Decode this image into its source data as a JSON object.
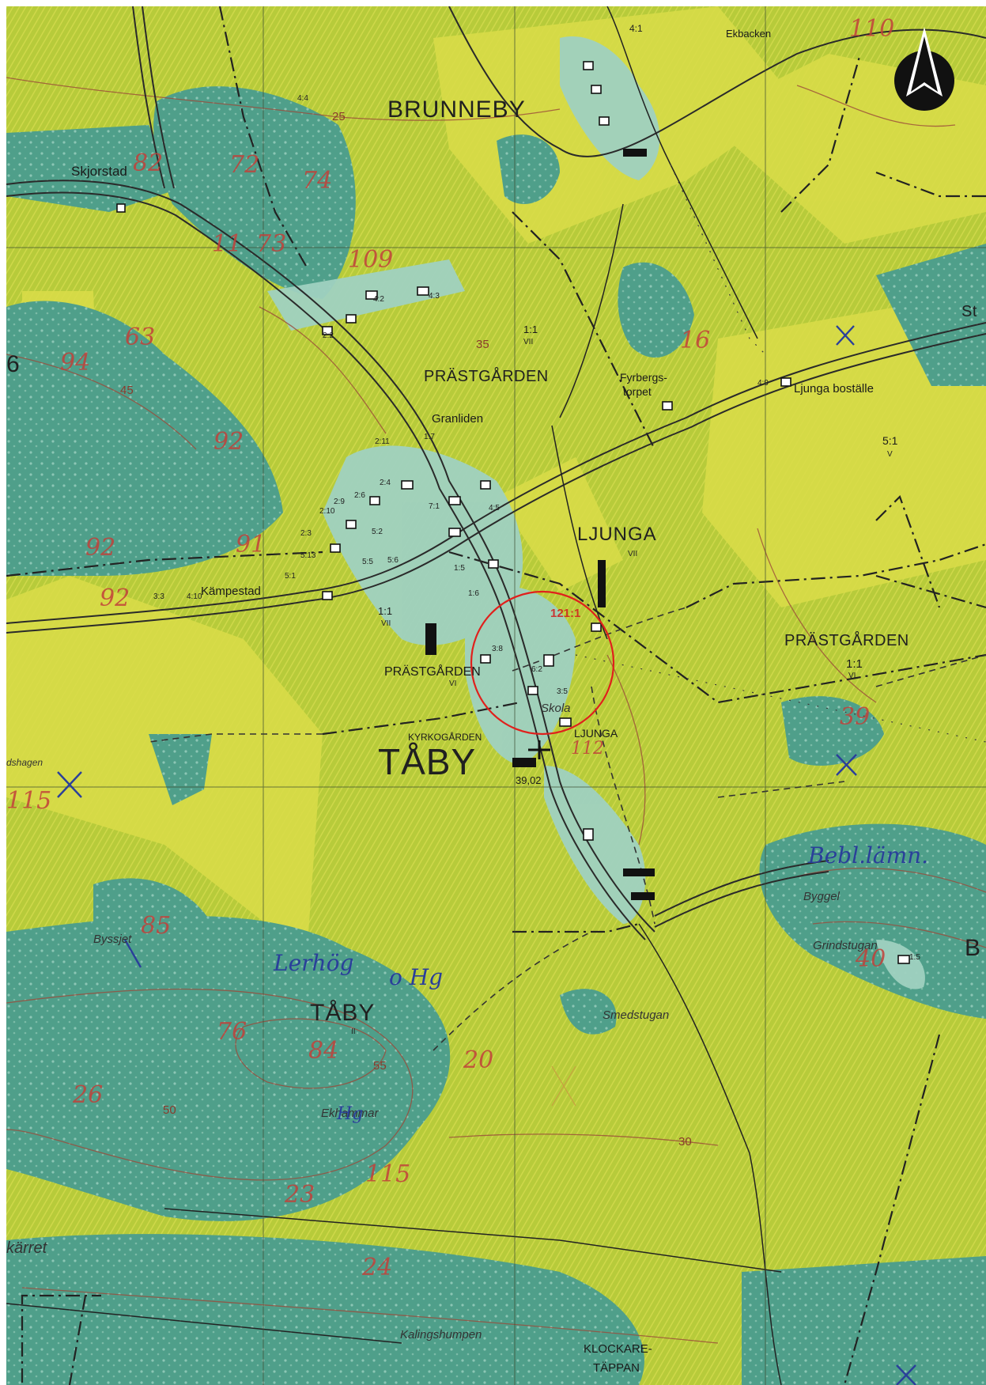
{
  "colors": {
    "field": "#b3c93c",
    "field_yellow": "#d9dd49",
    "forest": "#4f9f8a",
    "forest_light": "#8cc6b5",
    "road": "#2a2a2a",
    "contour": "#9b4a3a",
    "grid": "#3a4a30",
    "highlight_circle": "#e0201c",
    "pen_red": "#c2403a",
    "pen_blue": "#2a3f9a"
  },
  "north_arrow": {
    "icon": "north-arrow-icon"
  },
  "labels": {
    "brunneby": "BRUNNEBY",
    "ljunga": "LJUNGA",
    "ljunga_sub": "VII",
    "prastgarden_north": "PRÄSTGÅRDEN",
    "prastgarden_east": "PRÄSTGÅRDEN",
    "prastgarden_east_sub": "1:1",
    "prastgarden_east_sub2": "VI",
    "prastgarden_center": "PRÄSTGÅRDEN",
    "prastgarden_center_sub": "VI",
    "taby_village": "TÅBY",
    "taby_south": "TÅBY",
    "taby_south_sub": "II",
    "kyrkogarden": "KYRKOGÅRDEN",
    "ljunga_small": "LJUNGA",
    "klockaretappan_1": "KLOCKARE-",
    "klockaretappan_2": "TÄPPAN",
    "skjorstad": "Skjorstad",
    "ekbacken": "Ekbacken",
    "granliden": "Granliden",
    "fyrbergstorpet_1": "Fyrbergs-",
    "fyrbergstorpet_2": "torpet",
    "ljunga_bostalle": "Ljunga boställe",
    "kampestad": "Kämpestad",
    "skola": "Skola",
    "smedstugan": "Smedstugan",
    "byggel": "Byggel",
    "grindstugan": "Grindstugan",
    "byssjet": "Byssjet",
    "ekhammar": "Ekhammar",
    "kalingshumpen": "Kalingshumpen",
    "karret": "kärret",
    "hagen": "dshagen",
    "elevation": "39,02"
  },
  "parcel_codes": {
    "p41": "4:1",
    "p44": "4:4",
    "p42": "4:2",
    "p43": "4:3",
    "p22": "2:2",
    "p11_vii_a": "1:1",
    "p11_vii_a_sub": "VII",
    "p49": "4:9",
    "p51": "5:1",
    "p51_sub": "V",
    "p211": "2:11",
    "p17": "1:7",
    "p24": "2:4",
    "p210": "2:10",
    "p29": "2:9",
    "p26": "2:6",
    "p23": "2:3",
    "p52": "5:2",
    "p513": "5:13",
    "p55": "5:5",
    "p56": "5:6",
    "p45": "4:5",
    "p71": "7:1",
    "p15": "1:5",
    "p16": "1:6",
    "p33": "3:3",
    "p410": "4:10",
    "p51b": "5:1",
    "p11_vii_b": "1:1",
    "p11_vii_b_sub": "VII",
    "p38": "3:8",
    "p62": "6:2",
    "p35": "3:5",
    "p115": "1:5"
  },
  "pen_marks": {
    "r82": "82",
    "r72": "72",
    "r74": "74",
    "r110": "110",
    "r11": "11",
    "r73": "73",
    "r109": "109",
    "r63": "63",
    "r94": "94",
    "r16": "16",
    "r92a": "92",
    "r92b": "92",
    "r92c": "92",
    "r91": "91",
    "r115a": "115",
    "r85": "85",
    "r76": "76",
    "r84": "84",
    "r26": "26",
    "r20": "20",
    "r23": "23",
    "r115b": "115",
    "r24": "24",
    "r40": "40",
    "r39": "39",
    "r112": "112",
    "b_lerhog": "Lerhög",
    "b_hg1": "o Hg",
    "b_hg2": "Hg",
    "b_bebl": "Bebl.lämn.",
    "red_box": "121:1"
  },
  "contours": {
    "c25": "25",
    "c35": "35",
    "c45": "45",
    "c55": "55",
    "c50": "50",
    "c30": "30"
  },
  "edge_fragments": {
    "right_st": "St",
    "right_b": "B",
    "left_6": "6"
  }
}
